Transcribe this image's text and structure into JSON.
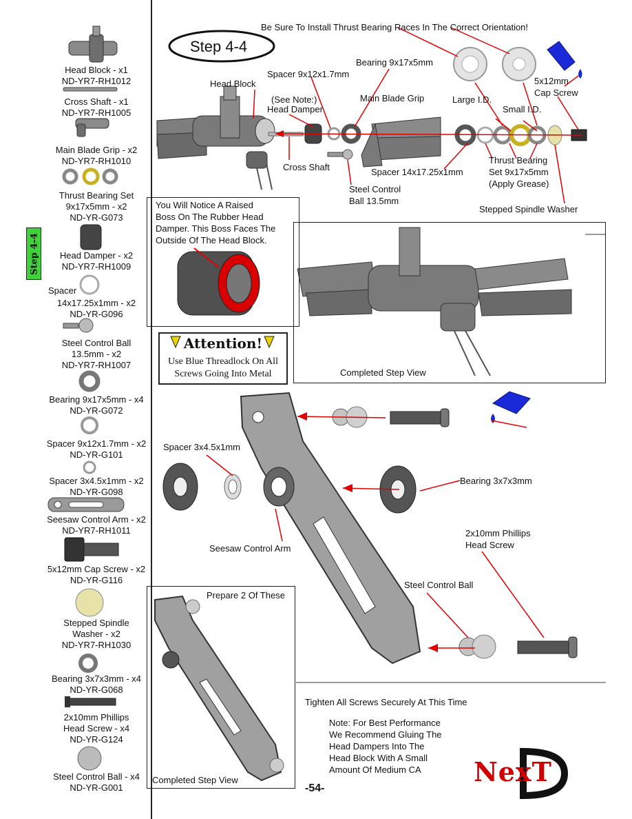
{
  "sidebar": {
    "step_tab": "Step 4-4",
    "items": [
      {
        "name": "Head Block - x1",
        "code": "ND-YR7-RH1012"
      },
      {
        "name": "Cross Shaft - x1",
        "code": "ND-YR7-RH1005"
      },
      {
        "name": "Main Blade Grip - x2",
        "code": "ND-YR7-RH1010"
      },
      {
        "name": "Thrust Bearing Set",
        "line2": "9x17x5mm - x2",
        "code": "ND-YR-G073"
      },
      {
        "name": "Head Damper - x2",
        "code": "ND-YR7-RH1009"
      },
      {
        "name": "Spacer",
        "line2": "14x17.25x1mm - x2",
        "code": "ND-YR-G096"
      },
      {
        "name": "Steel Control Ball",
        "line2": "13.5mm - x2",
        "code": "ND-YR7-RH1007"
      },
      {
        "name": "Bearing 9x17x5mm - x4",
        "code": "ND-YR-G072"
      },
      {
        "name": "Spacer 9x12x1.7mm - x2",
        "code": "ND-YR-G101"
      },
      {
        "name": "Spacer 3x4.5x1mm - x2",
        "code": "ND-YR-G098"
      },
      {
        "name": "Seesaw Control Arm - x2",
        "code": "ND-YR7-RH1011"
      },
      {
        "name": "5x12mm Cap Screw - x2",
        "code": "ND-YR-G116"
      },
      {
        "name": "Stepped Spindle",
        "line2": "Washer - x2",
        "code": "ND-YR7-RH1030"
      },
      {
        "name": "Bearing 3x7x3mm - x4",
        "code": "ND-YR-G068"
      },
      {
        "name": "2x10mm Phillips",
        "line2": "Head Screw - x4",
        "code": "ND-YR-G124"
      },
      {
        "name": "Steel Control Ball - x4",
        "code": "ND-YR-G001"
      }
    ]
  },
  "header": {
    "step_title": "Step 4-4",
    "orientation_note": "Be Sure To Install Thrust Bearing Races In The Correct Orientation!"
  },
  "top_labels": {
    "head_block": "Head Block",
    "spacer_9x12": "Spacer 9x12x1.7mm",
    "see_note": "(See Note:)",
    "head_damper": "Head Damper",
    "bearing_9x17": "Bearing 9x17x5mm",
    "main_blade_grip": "Main Blade Grip",
    "large_id": "Large I.D.",
    "small_id": "Small I.D.",
    "cap_screw_1": "5x12mm",
    "cap_screw_2": "Cap Screw",
    "cross_shaft": "Cross Shaft",
    "spacer_14": "Spacer 14x17.25x1mm",
    "steel_ball_1": "Steel Control",
    "steel_ball_2": "Ball 13.5mm",
    "thrust_1": "Thrust Bearing",
    "thrust_2": "Set 9x17x5mm",
    "thrust_3": "(Apply Grease)",
    "spindle_washer": "Stepped Spindle Washer"
  },
  "notice_box": {
    "line1": "You Will Notice A Raised",
    "line2": "Boss On The Rubber Head",
    "line3": "Damper. This Boss Faces The",
    "line4": "Outside Of The Head Block."
  },
  "attention": {
    "title": "Attention!",
    "line1": "Use Blue Threadlock On All",
    "line2": "Screws Going Into Metal"
  },
  "completed_view_top": "Completed Step View",
  "arm_labels": {
    "spacer_3x45": "Spacer 3x4.5x1mm",
    "bearing_3x7": "Bearing 3x7x3mm",
    "seesaw_arm": "Seesaw Control Arm",
    "phillips_1": "2x10mm Phillips",
    "phillips_2": "Head Screw",
    "steel_ball": "Steel Control Ball"
  },
  "prepare_box": {
    "title": "Prepare 2 Of These",
    "caption": "Completed Step View"
  },
  "footer": {
    "tighten": "Tighten All Screws Securely At This Time",
    "note1": "Note: For Best Performance",
    "note2": "We Recommend Gluing The",
    "note3": "Head Dampers Into The",
    "note4": "Head Block With A Small",
    "note5": "Amount Of Medium CA",
    "page_number": "-54-",
    "logo_text": "NexT"
  },
  "colors": {
    "arrow_red": "#e00000",
    "step_tab_green": "#3fd23a",
    "threadlock_blue": "#1a2ad8",
    "part_gray": "#8a8a8a",
    "brass": "#c8b020",
    "logo_red": "#d00000"
  }
}
